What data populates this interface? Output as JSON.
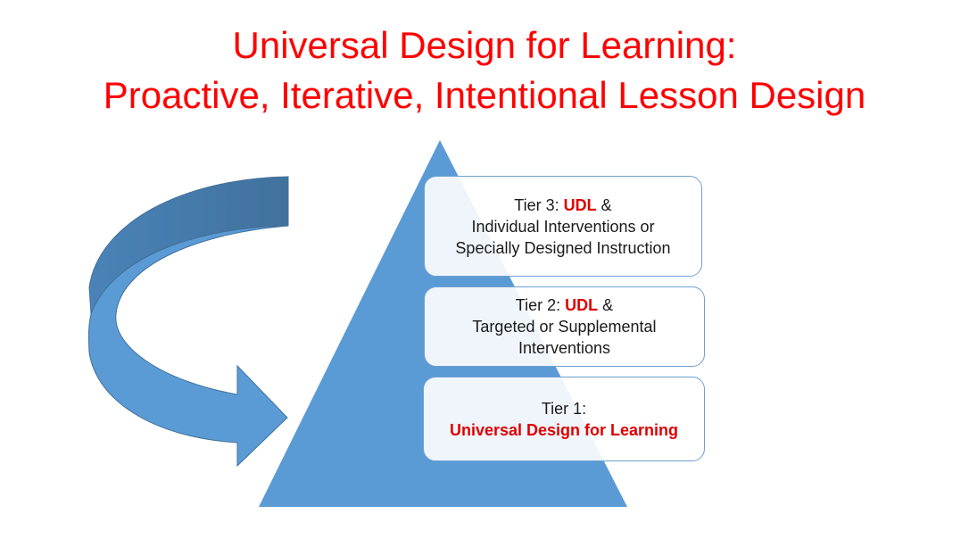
{
  "title": {
    "line1": "Universal Design for Learning:",
    "line2": "Proactive, Iterative, Intentional Lesson Design"
  },
  "tiers": {
    "tier3": {
      "prefix": "Tier 3:",
      "highlight": "UDL",
      "suffix": "&",
      "line2": "Individual Interventions or",
      "line3": "Specially Designed Instruction"
    },
    "tier2": {
      "prefix": "Tier 2:",
      "highlight": "UDL",
      "suffix": "&",
      "line2": "Targeted or Supplemental",
      "line3": "Interventions"
    },
    "tier1": {
      "prefix": "Tier 1:",
      "highlight": "Universal Design for Learning"
    }
  },
  "colors": {
    "title": "#ff0000",
    "highlight": "#e00000",
    "pyramid": "#5b9bd5",
    "arrow_light": "#5b9bd5",
    "arrow_dark": "#41719c"
  },
  "icons": {
    "arrow": "curved-arrow-icon",
    "pyramid": "pyramid-triangle"
  }
}
